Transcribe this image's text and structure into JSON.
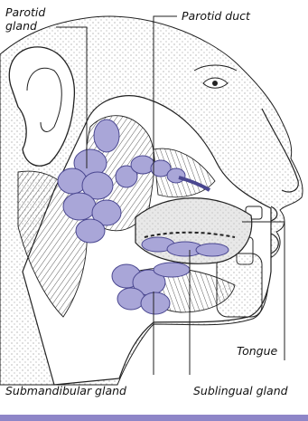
{
  "labels": {
    "parotid_gland_line1": "Parotid",
    "parotid_gland_line2": "gland",
    "parotid_duct": "Parotid duct",
    "tongue": "Tongue",
    "submandibular_gland": "Submandibular gland",
    "sublingual_gland": "Sublingual gland"
  },
  "colors": {
    "gland_fill": "#a9a6d8",
    "gland_stroke": "#4a4790",
    "line": "#222222",
    "tongue_fill": "#e8e8e8",
    "bottom_rule": "#8e86c8"
  }
}
